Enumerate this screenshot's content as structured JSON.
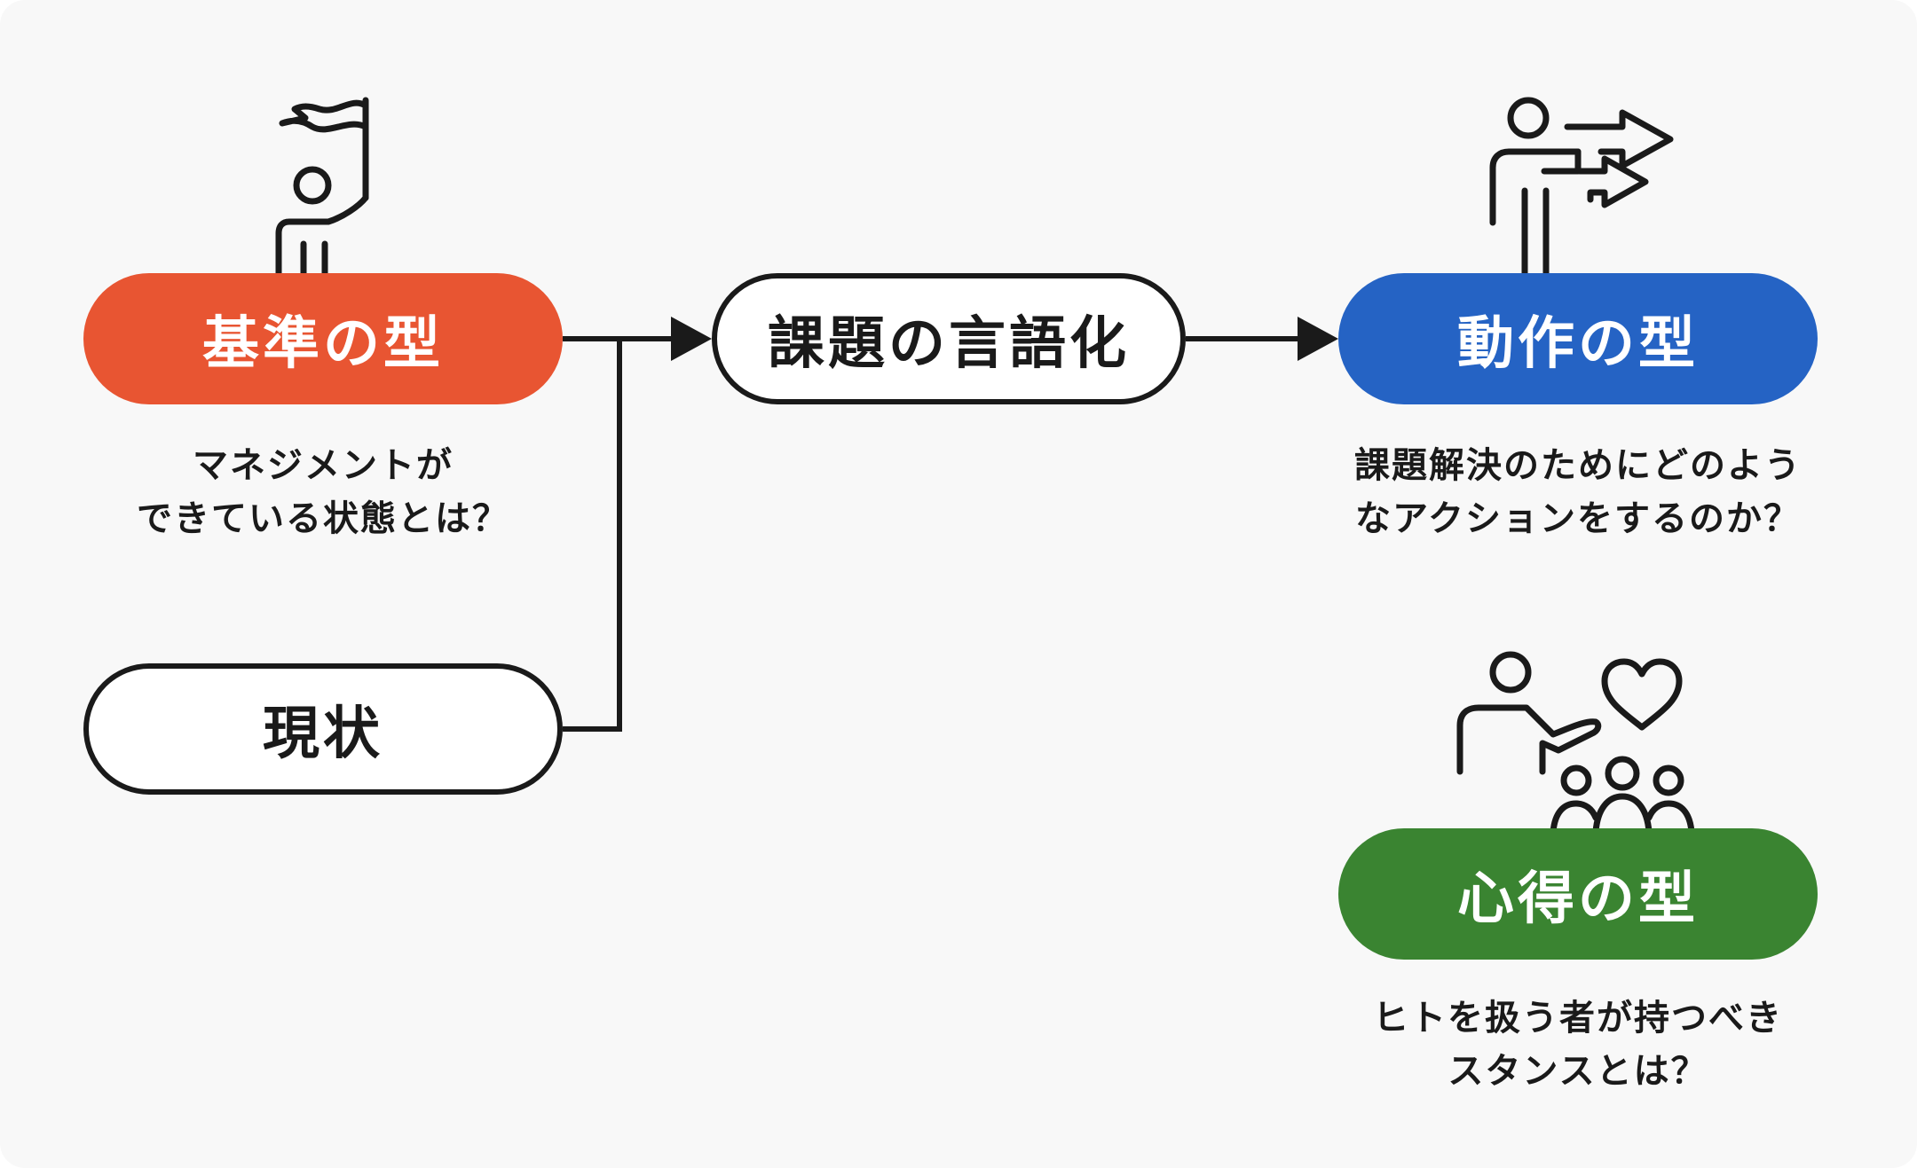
{
  "colors": {
    "background": "#f8f8f8",
    "kijun": "#e85532",
    "dousa": "#2563c4",
    "kokoroe": "#3a8431",
    "line": "#1a1a1a"
  },
  "nodes": {
    "kijun": {
      "label": "基準の型",
      "icon": "person-with-flag-icon"
    },
    "genjou": {
      "label": "現状"
    },
    "kadai": {
      "label": "課題の言語化"
    },
    "dousa": {
      "label": "動作の型",
      "icon": "person-pointing-arrows-icon"
    },
    "kokoroe": {
      "label": "心得の型",
      "icon": "person-heart-group-icon"
    }
  },
  "captions": {
    "kijun": [
      "マネジメントが",
      "できている状態とは？"
    ],
    "dousa": [
      "課題解決のためにどのよう",
      "なアクションをするのか？"
    ],
    "kokoroe": [
      "ヒトを扱う者が持つべき",
      "スタンスとは？"
    ]
  },
  "edges": [
    {
      "from": "kijun",
      "to": "kadai"
    },
    {
      "from": "genjou",
      "to": "kadai"
    },
    {
      "from": "kadai",
      "to": "dousa"
    }
  ]
}
